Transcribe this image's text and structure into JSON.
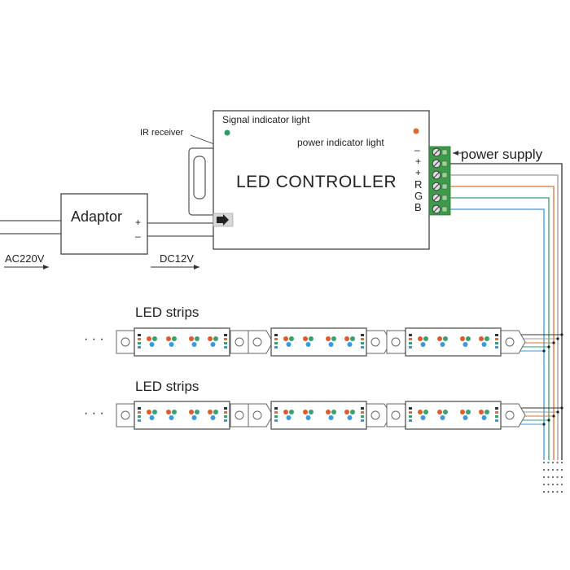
{
  "controller": {
    "title": "LED CONTROLLER",
    "signal_label": "Signal indicator light",
    "power_label": "power indicator light",
    "ir_label": "IR receiver",
    "terminals": [
      "–",
      "+",
      "+",
      "R",
      "G",
      "B"
    ],
    "signal_color": "#2e9a6a",
    "power_color": "#e06a2a"
  },
  "power_supply_label": "power supply",
  "adaptor": {
    "label": "Adaptor",
    "plus": "+",
    "minus": "–"
  },
  "inputs": {
    "ac_label": "AC220V",
    "dc_label": "DC12V"
  },
  "strips": [
    {
      "label": "LED strips",
      "dots": "· · ·"
    },
    {
      "label": "LED strips",
      "dots": "· · ·"
    }
  ],
  "wire_colors": {
    "black": "#333333",
    "red": "#e07030",
    "green": "#3aa070",
    "blue": "#3a9ae0",
    "gray": "#999999"
  },
  "led_colors": [
    "#e05a2a",
    "#3aa070",
    "#3a9ae0"
  ]
}
